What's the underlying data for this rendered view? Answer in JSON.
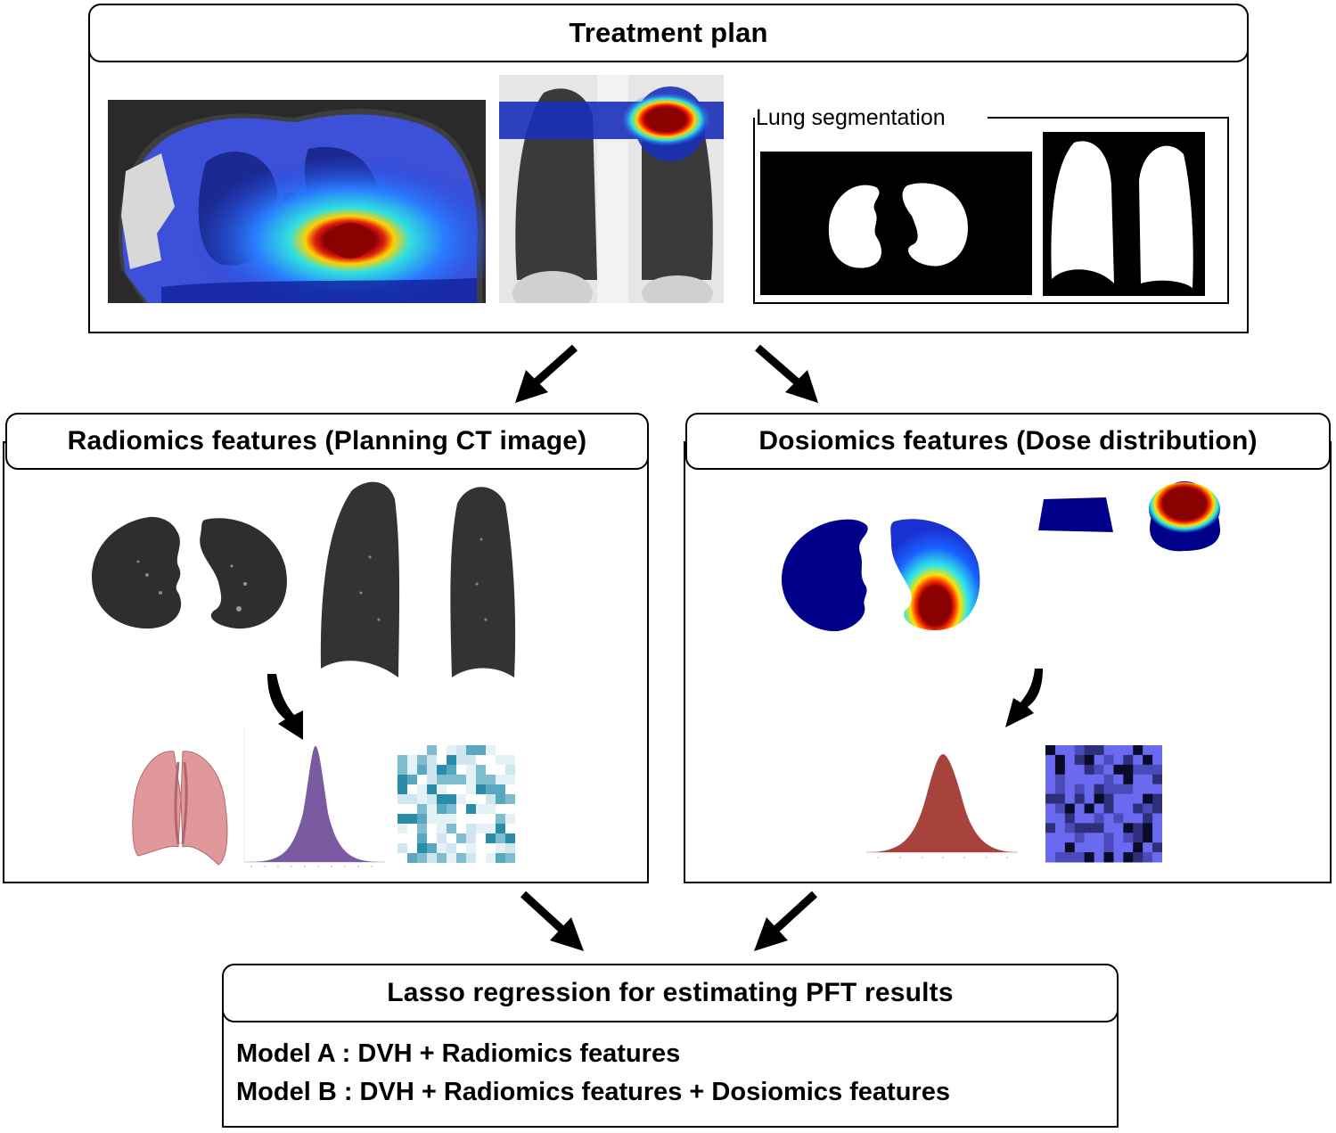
{
  "treatment_plan": {
    "title": "Treatment plan",
    "images": {
      "axial_dose": "axial CT with dose overlay",
      "coronal_dose": "coronal CT with dose overlay"
    },
    "lung_segmentation": {
      "label": "Lung segmentation"
    }
  },
  "radiomics": {
    "title": "Radiomics features (Planning CT image)"
  },
  "dosiomics": {
    "title": "Dosiomics features (Dose distribution)"
  },
  "lasso": {
    "title": "Lasso regression for estimating PFT results",
    "models": [
      {
        "text": "Model A : DVH + Radiomics features"
      },
      {
        "text": "Model B : DVH + Radiomics features + Dosiomics features"
      }
    ]
  },
  "colors": {
    "dose_blue": "#2a3fd6",
    "dose_dark_blue": "#00008b",
    "dose_red": "#8b0000",
    "radiomics_hist": "#7a5aa0",
    "dosiomics_hist": "#a8423c",
    "radiomics_glcm": "#2a8ca8",
    "dosiomics_glcm": "#6a6af0",
    "lung_render": "#e0989a"
  }
}
